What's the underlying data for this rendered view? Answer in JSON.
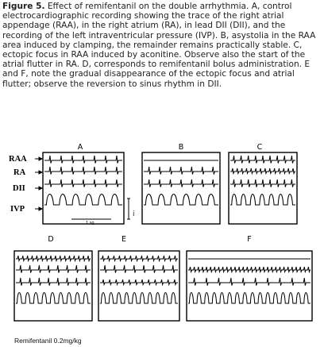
{
  "caption": {
    "label": "Figure 5.",
    "text": " Effect of remifentanil on the double arrhythmia. A, control electrocardiographic recording showing the trace of the right atrial appendage (RAA), in the right atrium (RA), in lead DII (DII), and the recording of the left intraventricular pressure (IVP). B, asystolia in the RAA area induced by clamping, the remainder remains practically stable. C, ectopic focus in RAA induced by aconitine. Observe also the start of the atrial flutter in RA. D, corresponds to remifentanil bolus administration. E and F, note the gradual disappearance of the ectopic focus and atrial flutter; observe the reversion to sinus rhythm in DII."
  },
  "figure": {
    "trace_labels": [
      "RAA",
      "RA",
      "DII",
      "IVP"
    ],
    "panel_labels": [
      "A",
      "B",
      "C",
      "D",
      "E",
      "F"
    ],
    "scale_axis_label": "i",
    "scale_bar_label": "1 sg",
    "footer": "Remifentanil  0.2mg/kg"
  }
}
